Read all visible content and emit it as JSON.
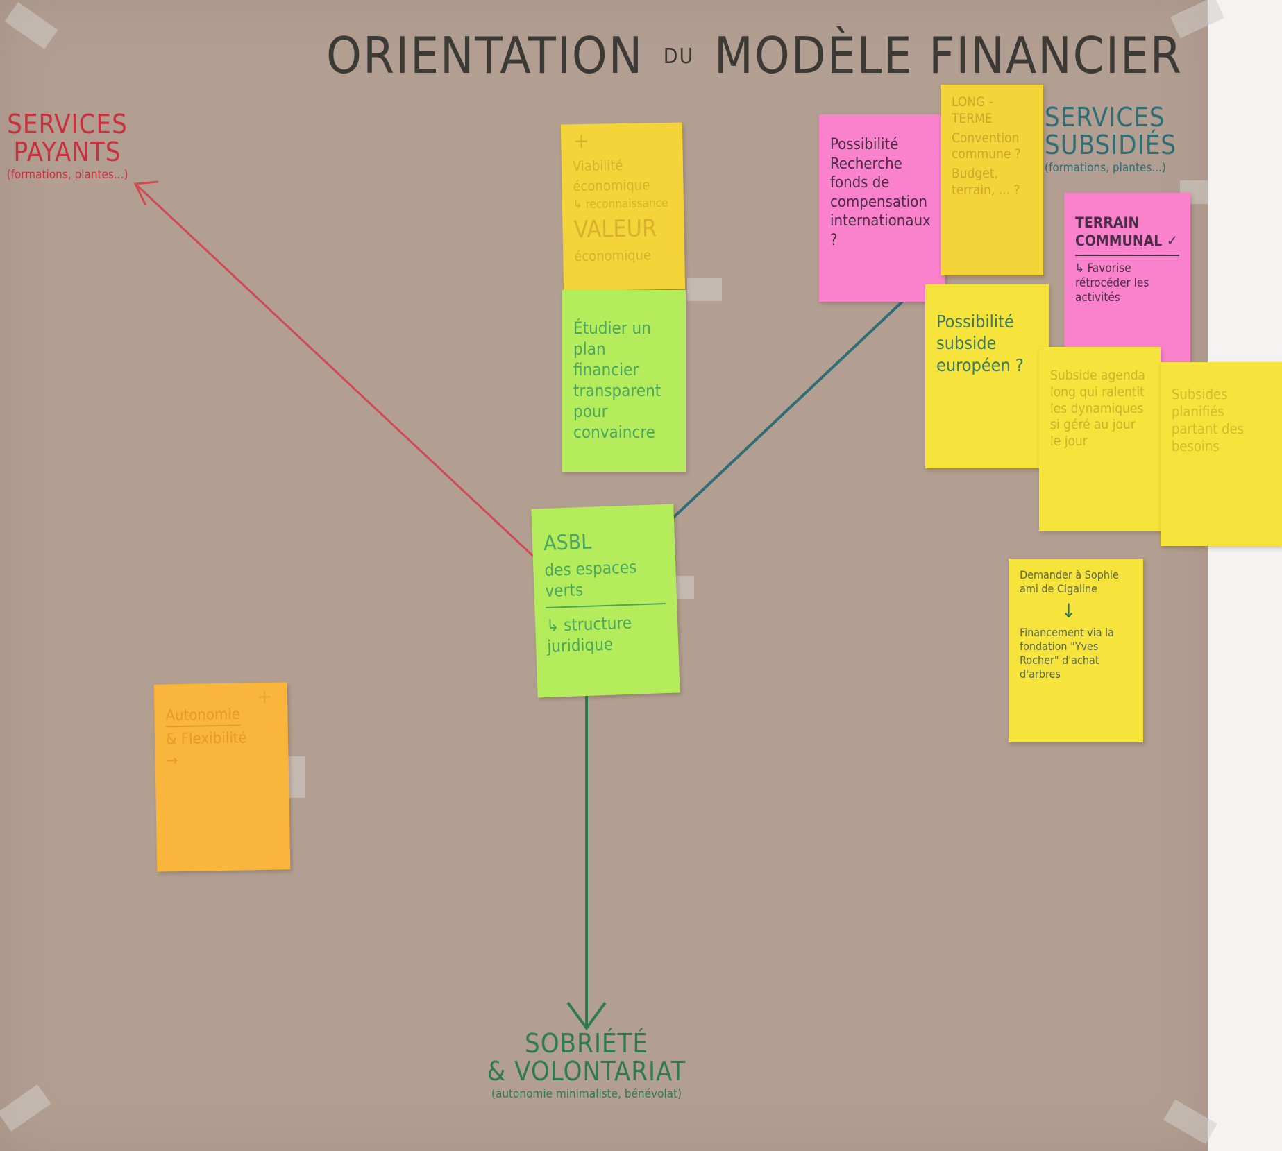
{
  "title": {
    "main_left": "ORIENTATION",
    "small": "DU",
    "main_right": "MODÈLE FINANCIER"
  },
  "axes": {
    "top_left": {
      "label": "SERVICES PAYANTS",
      "sub": "(formations, plantes...)"
    },
    "top_right": {
      "label": "SERVICES SUBSIDIÉS",
      "sub": "(formations, plantes...)"
    },
    "bottom": {
      "label_line1": "SOBRIÉTÉ",
      "label_line2": "& VOLONTARIAT",
      "sub": "(autonomie minimaliste, bénévolat)"
    }
  },
  "notes": {
    "viabilite": {
      "plus": "+",
      "line1": "Viabilité",
      "line2": "économique",
      "line3": "↳ reconnaissance",
      "line4": "VALEUR",
      "line5": "économique"
    },
    "etudier": {
      "text": "Étudier un plan financier transparent pour convaincre"
    },
    "asbl": {
      "line1": "ASBL",
      "line2": "des espaces verts",
      "line3": "↳ structure juridique"
    },
    "autonomie": {
      "plus": "+",
      "line1": "Autonomie",
      "line2": "& Flexibilité",
      "arrow": "→"
    },
    "possibilite_fonds": {
      "text": "Possibilité Recherche fonds de compensation internationaux ?"
    },
    "long_terme": {
      "line1": "LONG - TERME",
      "line2": "Convention commune ?",
      "line3": "Budget, terrain, ... ?"
    },
    "subside_europeen": {
      "text": "Possibilité subside européen ?"
    },
    "terrain_communal": {
      "line1": "TERRAIN COMMUNAL ✓",
      "line2": "↳ Favorise rétrocéder les activités"
    },
    "subside_agenda": {
      "text": "Subside agenda long qui ralentit les dynamiques si géré au jour le jour"
    },
    "subsides_planifies": {
      "text": "Subsides planifiés partant des besoins"
    },
    "demander_sophie": {
      "line1": "Demander à Sophie ami de Cigaline",
      "arrow": "↓",
      "line2": "Financement via la fondation \"Yves Rocher\" d'achat d'arbres"
    }
  },
  "colors": {
    "paper": "#b39f92",
    "red_line": "#d04a52",
    "teal_line": "#2f6d77",
    "green_line": "#2e7b53"
  }
}
